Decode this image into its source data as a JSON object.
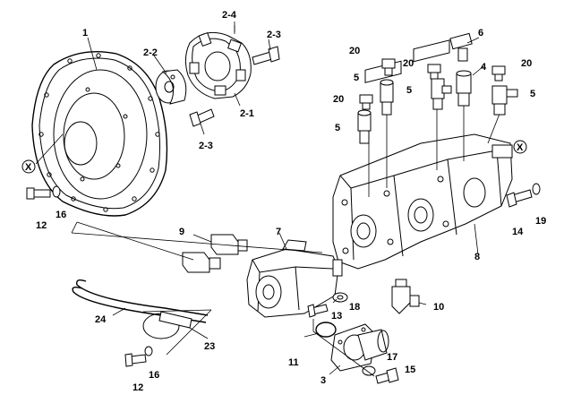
{
  "labels": {
    "l1": "1",
    "l2_1": "2-1",
    "l2_2": "2-2",
    "l2_3a": "2-3",
    "l2_3b": "2-3",
    "l2_4": "2-4",
    "l3": "3",
    "l4": "4",
    "l5a": "5",
    "l5b": "5",
    "l5c": "5",
    "l5d": "5",
    "l6": "6",
    "l7": "7",
    "l8": "8",
    "l9": "9",
    "l10": "10",
    "l11": "11",
    "l12a": "12",
    "l12b": "12",
    "l13": "13",
    "l14": "14",
    "l15": "15",
    "l16a": "16",
    "l16b": "16",
    "l17": "17",
    "l18": "18",
    "l19": "19",
    "l20a": "20",
    "l20b": "20",
    "l20c": "20",
    "l20d": "20",
    "l23": "23",
    "l24": "24",
    "xa": "X",
    "xb": "X"
  }
}
